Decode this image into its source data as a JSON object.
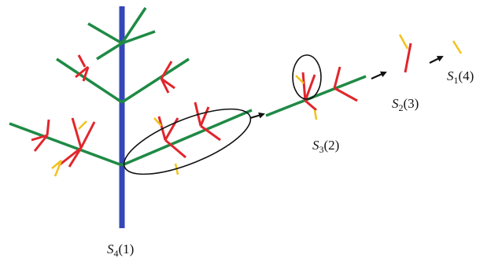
{
  "colors": {
    "level1": "#3446b8",
    "level2": "#1f8a45",
    "level3": "#e0262c",
    "level4": "#f2c21b",
    "outline": "#111111"
  },
  "labels": {
    "s4": {
      "sym": "S",
      "sub": "4",
      "idx": "(1)"
    },
    "s3": {
      "sym": "S",
      "sub": "3",
      "idx": "(2)"
    },
    "s2": {
      "sym": "S",
      "sub": "2",
      "idx": "(3)"
    },
    "s1": {
      "sym": "S",
      "sub": "1",
      "idx": "(4)"
    }
  }
}
